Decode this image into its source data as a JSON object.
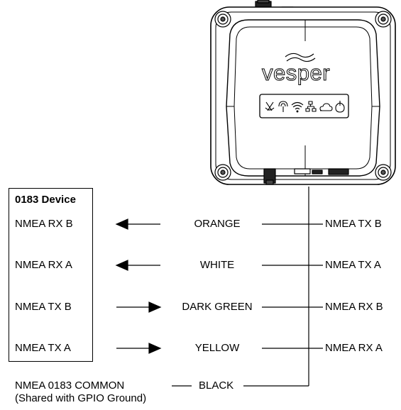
{
  "device": {
    "title": "0183 Device",
    "pins": [
      "NMEA RX B",
      "NMEA RX A",
      "NMEA TX B",
      "NMEA TX A"
    ]
  },
  "wires": [
    {
      "color_name": "ORANGE",
      "direction": "to-device",
      "vesper_pin": "NMEA TX B"
    },
    {
      "color_name": "WHITE",
      "direction": "to-device",
      "vesper_pin": "NMEA TX A"
    },
    {
      "color_name": "DARK GREEN",
      "direction": "from-device",
      "vesper_pin": "NMEA RX B"
    },
    {
      "color_name": "YELLOW",
      "direction": "from-device",
      "vesper_pin": "NMEA RX A"
    }
  ],
  "common": {
    "label_line1": "NMEA 0183 COMMON",
    "label_line2": "(Shared with GPIO Ground)",
    "wire_color": "BLACK"
  },
  "vesper_unit": {
    "brand": "vesper",
    "status_icons": [
      "ais-icon",
      "gps-icon",
      "wifi-icon",
      "network-icon",
      "cloud-icon",
      "power-icon"
    ]
  }
}
